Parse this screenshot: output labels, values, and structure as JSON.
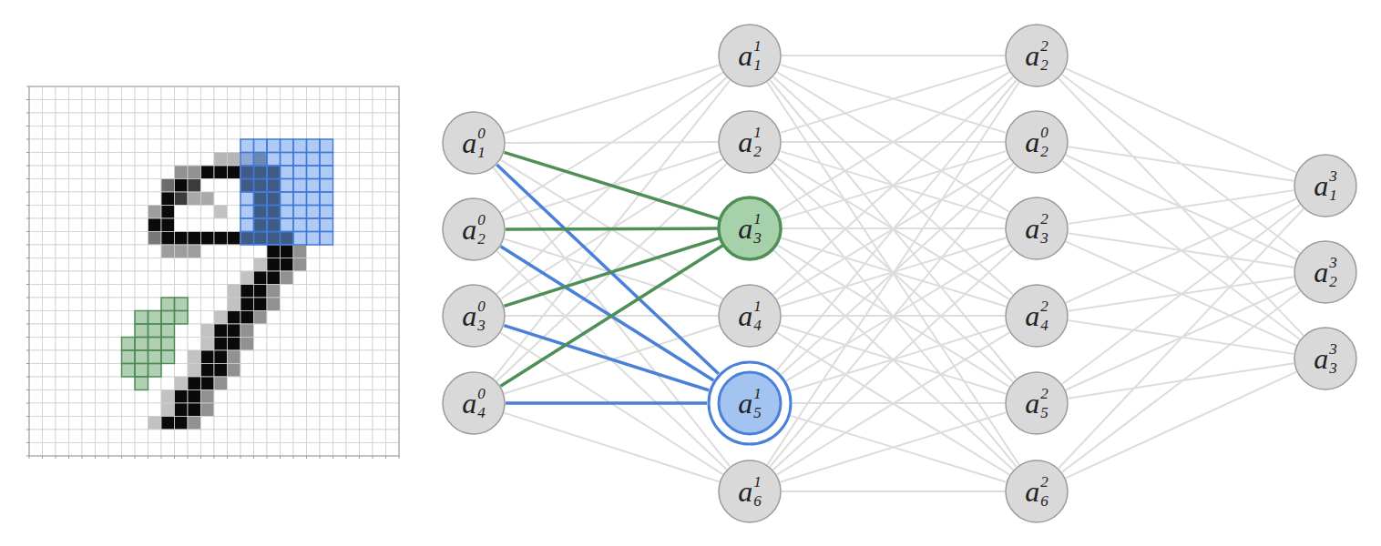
{
  "diagram": {
    "nodes": [
      {
        "text": [
          "a",
          "0",
          "1"
        ]
      },
      {
        "text": [
          "a",
          "0",
          "2"
        ]
      },
      {
        "text": [
          "a",
          "0",
          "3"
        ]
      },
      {
        "text": [
          "a",
          "0",
          "4"
        ]
      },
      {
        "text": [
          "a",
          "1",
          "1"
        ]
      },
      {
        "text": [
          "a",
          "1",
          "2"
        ]
      },
      {
        "text": [
          "a",
          "1",
          "3"
        ]
      },
      {
        "text": [
          "a",
          "1",
          "4"
        ]
      },
      {
        "text": [
          "a",
          "1",
          "5"
        ]
      },
      {
        "text": [
          "a",
          "1",
          "6"
        ]
      },
      {
        "text": [
          "a",
          "2",
          "2"
        ]
      },
      {
        "text": [
          "a",
          "0",
          "2"
        ]
      },
      {
        "text": [
          "a",
          "2",
          "3"
        ]
      },
      {
        "text": [
          "a",
          "2",
          "4"
        ]
      },
      {
        "text": [
          "a",
          "2",
          "5"
        ]
      },
      {
        "text": [
          "a",
          "2",
          "6"
        ]
      },
      {
        "text": [
          "a",
          "3",
          "1"
        ]
      },
      {
        "text": [
          "a",
          "3",
          "2"
        ]
      },
      {
        "text": [
          "a",
          "3",
          "3"
        ]
      }
    ],
    "edges": [
      {
        "from": 0,
        "to": 4,
        "arrow": "none"
      },
      {
        "from": 0,
        "to": 5,
        "arrow": "none"
      },
      {
        "from": 0,
        "to": 6,
        "arrow": "none"
      },
      {
        "from": 0,
        "to": 7,
        "arrow": "none"
      },
      {
        "from": 0,
        "to": 8,
        "arrow": "none"
      },
      {
        "from": 0,
        "to": 9,
        "arrow": "none"
      },
      {
        "from": 1,
        "to": 4,
        "arrow": "none"
      },
      {
        "from": 1,
        "to": 5,
        "arrow": "none"
      },
      {
        "from": 1,
        "to": 6,
        "arrow": "none"
      },
      {
        "from": 1,
        "to": 7,
        "arrow": "none"
      },
      {
        "from": 1,
        "to": 8,
        "arrow": "none"
      },
      {
        "from": 1,
        "to": 9,
        "arrow": "none"
      },
      {
        "from": 2,
        "to": 4,
        "arrow": "none"
      },
      {
        "from": 2,
        "to": 5,
        "arrow": "none"
      },
      {
        "from": 2,
        "to": 6,
        "arrow": "none"
      },
      {
        "from": 2,
        "to": 7,
        "arrow": "none"
      },
      {
        "from": 2,
        "to": 8,
        "arrow": "none"
      },
      {
        "from": 2,
        "to": 9,
        "arrow": "none"
      },
      {
        "from": 3,
        "to": 4,
        "arrow": "none"
      },
      {
        "from": 3,
        "to": 5,
        "arrow": "none"
      },
      {
        "from": 3,
        "to": 6,
        "arrow": "none"
      },
      {
        "from": 3,
        "to": 7,
        "arrow": "none"
      },
      {
        "from": 3,
        "to": 8,
        "arrow": "none"
      },
      {
        "from": 3,
        "to": 9,
        "arrow": "none"
      },
      {
        "from": 4,
        "to": 10,
        "arrow": "none"
      },
      {
        "from": 4,
        "to": 11,
        "arrow": "none"
      },
      {
        "from": 4,
        "to": 12,
        "arrow": "none"
      },
      {
        "from": 4,
        "to": 13,
        "arrow": "none"
      },
      {
        "from": 4,
        "to": 14,
        "arrow": "none"
      },
      {
        "from": 4,
        "to": 15,
        "arrow": "none"
      },
      {
        "from": 5,
        "to": 10,
        "arrow": "none"
      },
      {
        "from": 5,
        "to": 11,
        "arrow": "none"
      },
      {
        "from": 5,
        "to": 12,
        "arrow": "none"
      },
      {
        "from": 5,
        "to": 13,
        "arrow": "none"
      },
      {
        "from": 5,
        "to": 14,
        "arrow": "none"
      },
      {
        "from": 5,
        "to": 15,
        "arrow": "none"
      },
      {
        "from": 6,
        "to": 10,
        "arrow": "none"
      },
      {
        "from": 6,
        "to": 11,
        "arrow": "none"
      },
      {
        "from": 6,
        "to": 12,
        "arrow": "none"
      },
      {
        "from": 6,
        "to": 13,
        "arrow": "none"
      },
      {
        "from": 6,
        "to": 14,
        "arrow": "none"
      },
      {
        "from": 6,
        "to": 15,
        "arrow": "none"
      },
      {
        "from": 7,
        "to": 10,
        "arrow": "none"
      },
      {
        "from": 7,
        "to": 11,
        "arrow": "none"
      },
      {
        "from": 7,
        "to": 12,
        "arrow": "none"
      },
      {
        "from": 7,
        "to": 13,
        "arrow": "none"
      },
      {
        "from": 7,
        "to": 14,
        "arrow": "none"
      },
      {
        "from": 7,
        "to": 15,
        "arrow": "none"
      },
      {
        "from": 8,
        "to": 10,
        "arrow": "none"
      },
      {
        "from": 8,
        "to": 11,
        "arrow": "none"
      },
      {
        "from": 8,
        "to": 12,
        "arrow": "none"
      },
      {
        "from": 8,
        "to": 13,
        "arrow": "none"
      },
      {
        "from": 8,
        "to": 14,
        "arrow": "none"
      },
      {
        "from": 8,
        "to": 15,
        "arrow": "none"
      },
      {
        "from": 9,
        "to": 10,
        "arrow": "none"
      },
      {
        "from": 9,
        "to": 11,
        "arrow": "none"
      },
      {
        "from": 9,
        "to": 12,
        "arrow": "none"
      },
      {
        "from": 9,
        "to": 13,
        "arrow": "none"
      },
      {
        "from": 9,
        "to": 14,
        "arrow": "none"
      },
      {
        "from": 9,
        "to": 15,
        "arrow": "none"
      },
      {
        "from": 10,
        "to": 16,
        "arrow": "none"
      },
      {
        "from": 10,
        "to": 17,
        "arrow": "none"
      },
      {
        "from": 10,
        "to": 18,
        "arrow": "none"
      },
      {
        "from": 11,
        "to": 16,
        "arrow": "none"
      },
      {
        "from": 11,
        "to": 17,
        "arrow": "none"
      },
      {
        "from": 11,
        "to": 18,
        "arrow": "none"
      },
      {
        "from": 12,
        "to": 16,
        "arrow": "none"
      },
      {
        "from": 12,
        "to": 17,
        "arrow": "none"
      },
      {
        "from": 12,
        "to": 18,
        "arrow": "none"
      },
      {
        "from": 13,
        "to": 16,
        "arrow": "none"
      },
      {
        "from": 13,
        "to": 17,
        "arrow": "none"
      },
      {
        "from": 13,
        "to": 18,
        "arrow": "none"
      },
      {
        "from": 14,
        "to": 16,
        "arrow": "none"
      },
      {
        "from": 14,
        "to": 17,
        "arrow": "none"
      },
      {
        "from": 14,
        "to": 18,
        "arrow": "none"
      },
      {
        "from": 15,
        "to": 16,
        "arrow": "none"
      },
      {
        "from": 15,
        "to": 17,
        "arrow": "none"
      },
      {
        "from": 15,
        "to": 18,
        "arrow": "none"
      }
    ]
  }
}
